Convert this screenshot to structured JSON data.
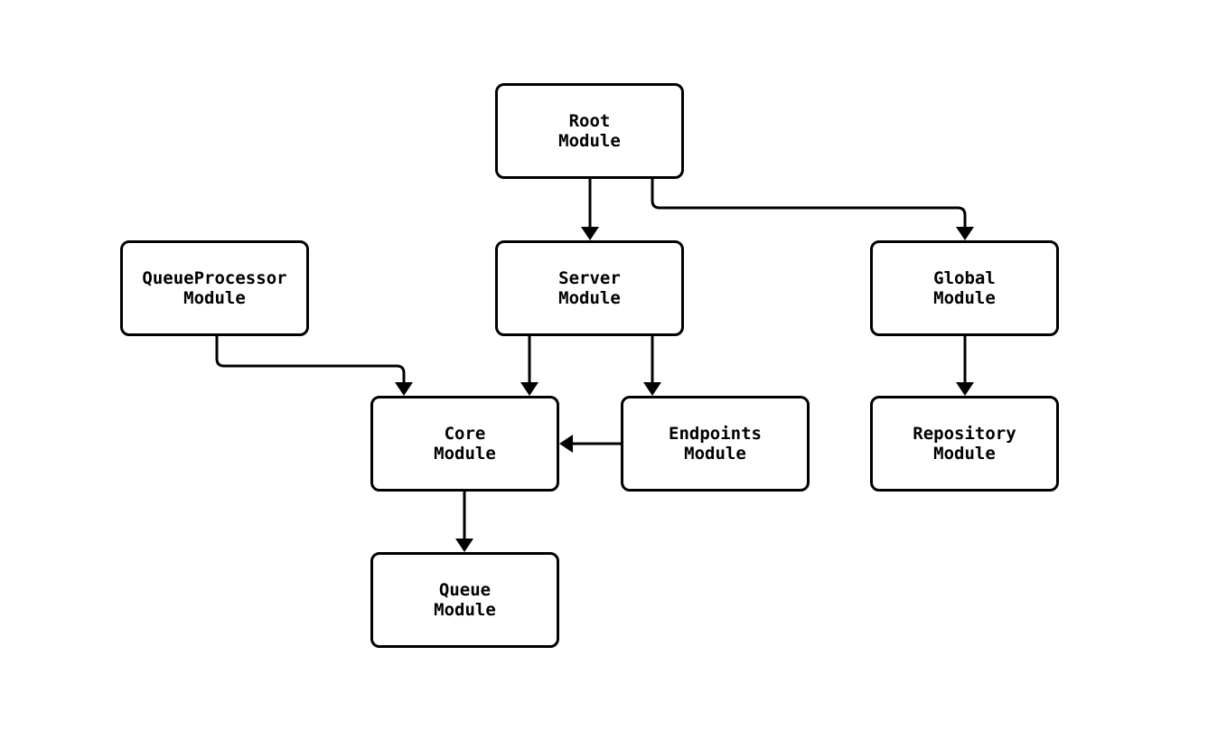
{
  "diagram": {
    "background_color": "#ffffff",
    "node_border_color": "#000000",
    "node_fill_color": "#ffffff",
    "edge_color": "#000000",
    "nodes": {
      "root": {
        "label": "Root\nModule"
      },
      "queueprocessor": {
        "label": "QueueProcessor\nModule"
      },
      "server": {
        "label": "Server\nModule"
      },
      "global": {
        "label": "Global\nModule"
      },
      "core": {
        "label": "Core\nModule"
      },
      "endpoints": {
        "label": "Endpoints\nModule"
      },
      "repository": {
        "label": "Repository\nModule"
      },
      "queue": {
        "label": "Queue\nModule"
      }
    },
    "edges": [
      {
        "from": "Root Module",
        "to": "Server Module"
      },
      {
        "from": "Root Module",
        "to": "Global Module"
      },
      {
        "from": "QueueProcessor Module",
        "to": "Core Module"
      },
      {
        "from": "Server Module",
        "to": "Core Module"
      },
      {
        "from": "Server Module",
        "to": "Endpoints Module"
      },
      {
        "from": "Endpoints Module",
        "to": "Core Module"
      },
      {
        "from": "Core Module",
        "to": "Queue Module"
      },
      {
        "from": "Global Module",
        "to": "Repository Module"
      }
    ]
  }
}
